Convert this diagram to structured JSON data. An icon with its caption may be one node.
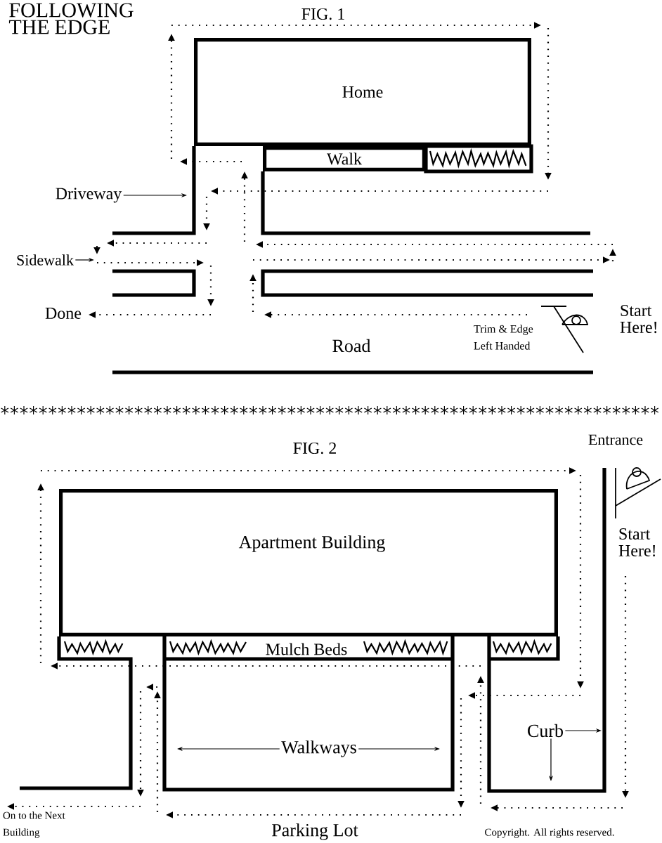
{
  "diagram": {
    "title": "FOLLOWING THE EDGE",
    "nodes": [
      {
        "text": [
          "Home"
        ]
      },
      {
        "text": [
          "Walk"
        ]
      },
      {
        "text": [
          "Driveway"
        ]
      },
      {
        "text": [
          "Sidewalk"
        ]
      },
      {
        "text": [
          "Apartment Building"
        ]
      },
      {
        "text": [
          "Walkways"
        ]
      },
      {
        "text": [
          "Curb"
        ]
      }
    ],
    "edges": [
      {
        "from": 2,
        "to": null,
        "arrow": "to"
      },
      {
        "from": 3,
        "to": null,
        "arrow": "to"
      },
      {
        "from": 5,
        "to": null,
        "arrow": "to"
      },
      {
        "from": 5,
        "to": null,
        "arrow": "to"
      },
      {
        "from": 6,
        "to": null,
        "arrow": "to"
      },
      {
        "from": 6,
        "to": null,
        "arrow": "to"
      }
    ],
    "labels": [
      "FIG. 1",
      "Done",
      "Road",
      "Trim & Edge Left Handed",
      "Start Here!",
      "FIG. 2",
      "Entrance",
      "Start Here!",
      "Mulch Beds",
      "On to the Next Building",
      "Parking Lot",
      "Copyright. All rights reserved."
    ]
  }
}
